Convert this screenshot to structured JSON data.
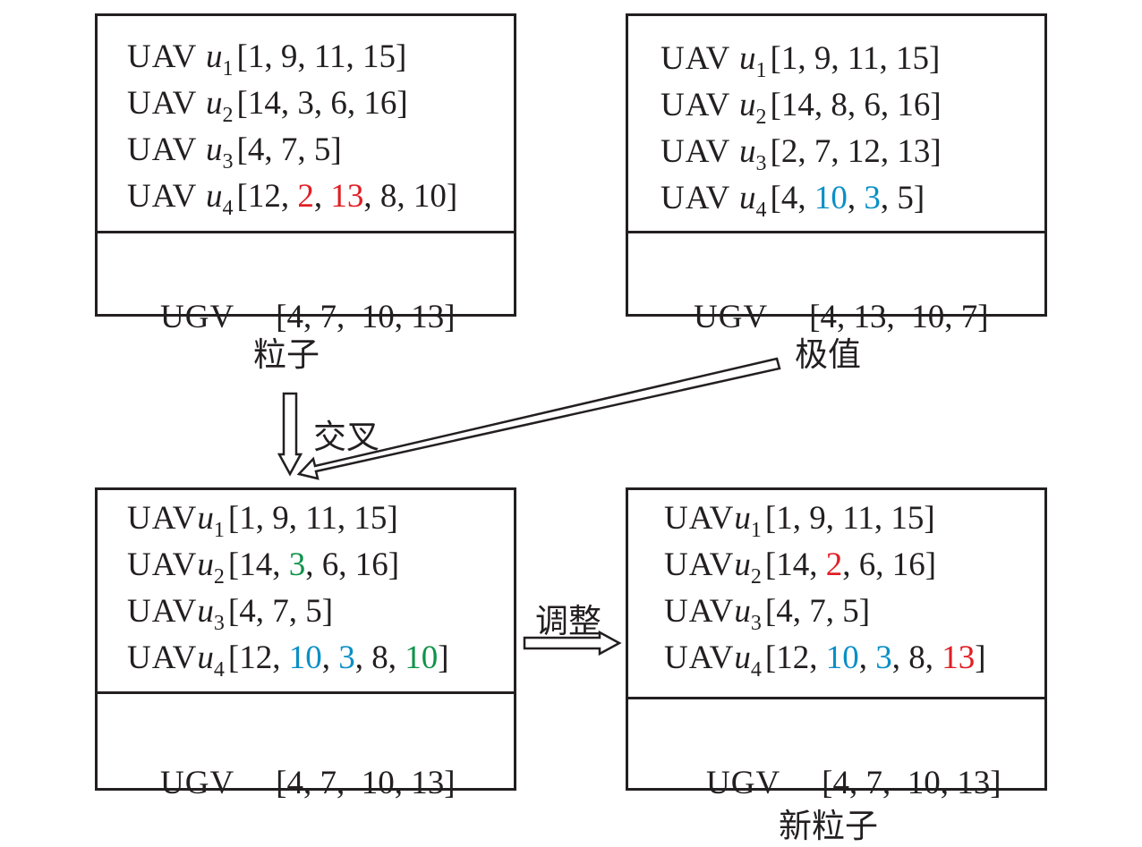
{
  "colors": {
    "red": "#e01e25",
    "blue": "#0a8fc7",
    "green": "#10934a",
    "text": "#231f20"
  },
  "boxes": [
    {
      "uav_rows": [
        {
          "prefix": "UAV ",
          "var": "u",
          "sub": "1",
          "vec": [
            {
              "t": "1"
            },
            {
              "t": "9"
            },
            {
              "t": "11"
            },
            {
              "t": "15"
            }
          ]
        },
        {
          "prefix": "UAV ",
          "var": "u",
          "sub": "2",
          "vec": [
            {
              "t": "14"
            },
            {
              "t": "3"
            },
            {
              "t": "6"
            },
            {
              "t": "16"
            }
          ]
        },
        {
          "prefix": "UAV ",
          "var": "u",
          "sub": "3",
          "vec": [
            {
              "t": "4"
            },
            {
              "t": "7"
            },
            {
              "t": "5"
            }
          ]
        },
        {
          "prefix": "UAV ",
          "var": "u",
          "sub": "4",
          "vec": [
            {
              "t": "12"
            },
            {
              "t": "2",
              "c": "red"
            },
            {
              "t": "13",
              "c": "red"
            },
            {
              "t": "8"
            },
            {
              "t": "10"
            }
          ]
        }
      ],
      "ugv": {
        "label": "UGV",
        "vec": "[4, 7,  10, 13]"
      }
    },
    {
      "uav_rows": [
        {
          "prefix": "UAV ",
          "var": "u",
          "sub": "1",
          "vec": [
            {
              "t": "1"
            },
            {
              "t": "9"
            },
            {
              "t": "11"
            },
            {
              "t": "15"
            }
          ]
        },
        {
          "prefix": "UAV ",
          "var": "u",
          "sub": "2",
          "vec": [
            {
              "t": "14"
            },
            {
              "t": "8"
            },
            {
              "t": "6"
            },
            {
              "t": "16"
            }
          ]
        },
        {
          "prefix": "UAV ",
          "var": "u",
          "sub": "3",
          "vec": [
            {
              "t": "2"
            },
            {
              "t": "7"
            },
            {
              "t": "12"
            },
            {
              "t": "13"
            }
          ]
        },
        {
          "prefix": "UAV ",
          "var": "u",
          "sub": "4",
          "vec": [
            {
              "t": "4"
            },
            {
              "t": "10",
              "c": "blue"
            },
            {
              "t": "3",
              "c": "blue"
            },
            {
              "t": "5"
            }
          ]
        }
      ],
      "ugv": {
        "label": "UGV",
        "vec": "[4, 13,  10, 7]"
      }
    },
    {
      "uav_rows": [
        {
          "prefix": "UAV",
          "var": "u",
          "sub": "1",
          "vec": [
            {
              "t": "1"
            },
            {
              "t": "9"
            },
            {
              "t": "11"
            },
            {
              "t": "15"
            }
          ]
        },
        {
          "prefix": "UAV",
          "var": "u",
          "sub": "2",
          "vec": [
            {
              "t": "14"
            },
            {
              "t": "3",
              "c": "green"
            },
            {
              "t": "6"
            },
            {
              "t": "16"
            }
          ]
        },
        {
          "prefix": "UAV",
          "var": "u",
          "sub": "3",
          "vec": [
            {
              "t": "4"
            },
            {
              "t": "7"
            },
            {
              "t": "5"
            }
          ]
        },
        {
          "prefix": "UAV",
          "var": "u",
          "sub": "4",
          "vec": [
            {
              "t": "12"
            },
            {
              "t": "10",
              "c": "blue"
            },
            {
              "t": "3",
              "c": "blue"
            },
            {
              "t": "8"
            },
            {
              "t": "10",
              "c": "green"
            }
          ]
        }
      ],
      "ugv": {
        "label": "UGV",
        "vec": "[4, 7,  10, 13]"
      }
    },
    {
      "uav_rows": [
        {
          "prefix": "UAV",
          "var": "u",
          "sub": "1",
          "vec": [
            {
              "t": "1"
            },
            {
              "t": "9"
            },
            {
              "t": "11"
            },
            {
              "t": "15"
            }
          ]
        },
        {
          "prefix": "UAV",
          "var": "u",
          "sub": "2",
          "vec": [
            {
              "t": "14"
            },
            {
              "t": "2",
              "c": "red"
            },
            {
              "t": "6"
            },
            {
              "t": "16"
            }
          ]
        },
        {
          "prefix": "UAV",
          "var": "u",
          "sub": "3",
          "vec": [
            {
              "t": "4"
            },
            {
              "t": "7"
            },
            {
              "t": "5"
            }
          ]
        },
        {
          "prefix": "UAV",
          "var": "u",
          "sub": "4",
          "vec": [
            {
              "t": "12"
            },
            {
              "t": "10",
              "c": "blue"
            },
            {
              "t": "3",
              "c": "blue"
            },
            {
              "t": "8"
            },
            {
              "t": "13",
              "c": "red"
            }
          ]
        }
      ],
      "ugv": {
        "label": "UGV",
        "vec": "[4, 7,  10, 13]"
      }
    }
  ],
  "labels": {
    "particle": "粒子",
    "extremum": "极值",
    "crossover": "交叉",
    "adjust": "调整",
    "new_particle": "新粒子"
  }
}
